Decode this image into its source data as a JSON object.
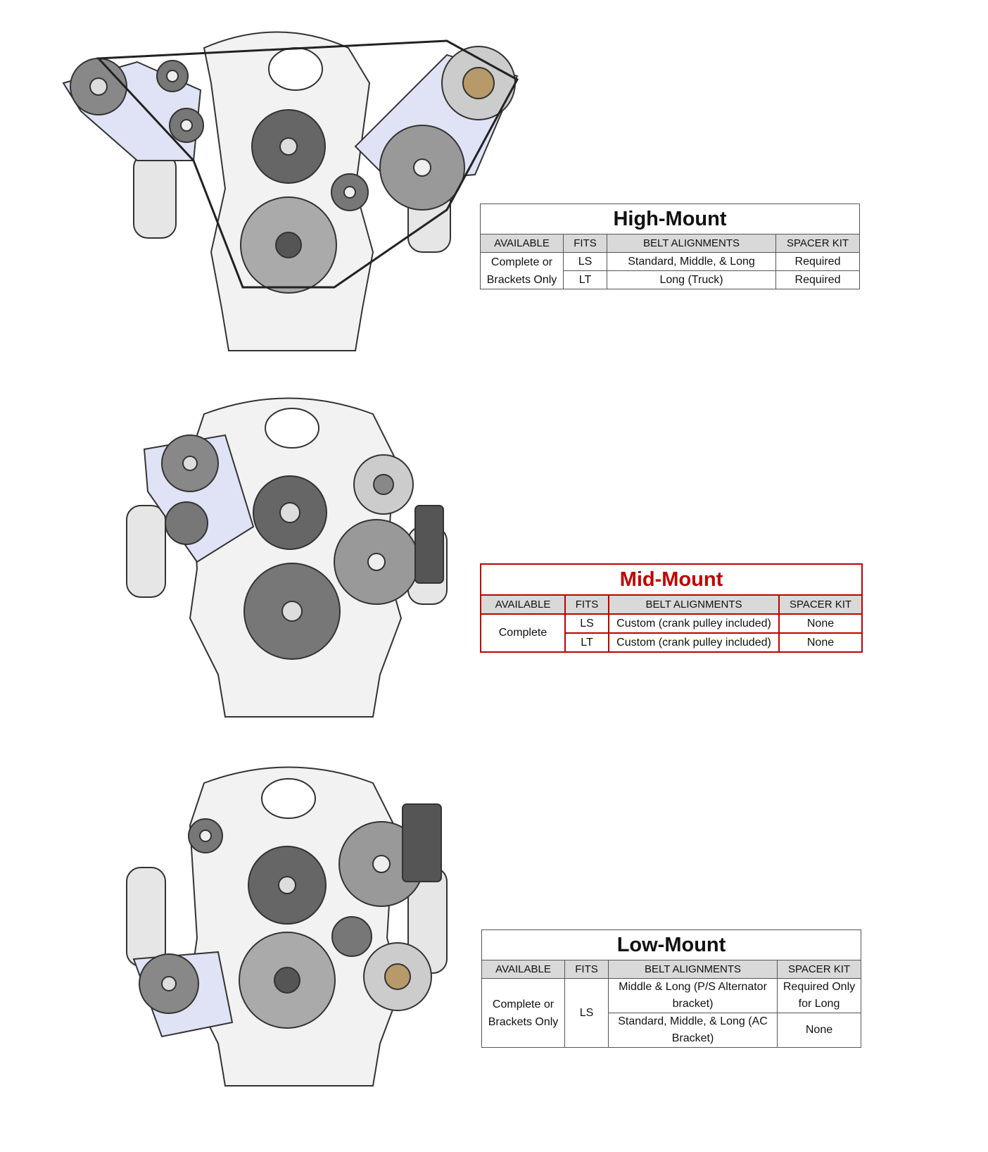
{
  "columns": [
    "AVAILABLE",
    "FITS",
    "BELT ALIGNMENTS",
    "SPACER KIT"
  ],
  "high_mount": {
    "title": "High-Mount",
    "available": "Complete or Brackets Only",
    "rows": [
      {
        "fits": "LS",
        "belt": "Standard, Middle, & Long",
        "spacer": "Required"
      },
      {
        "fits": "LT",
        "belt": "Long (Truck)",
        "spacer": "Required"
      }
    ]
  },
  "mid_mount": {
    "title": "Mid-Mount",
    "available": "Complete",
    "rows": [
      {
        "fits": "LS",
        "belt": "Custom (crank pulley included)",
        "spacer": "None"
      },
      {
        "fits": "LT",
        "belt": "Custom (crank pulley included)",
        "spacer": "None"
      }
    ]
  },
  "low_mount": {
    "title": "Low-Mount",
    "available": "Complete or Brackets Only",
    "fits": "LS",
    "rows": [
      {
        "belt": "Middle & Long (P/S Alternator bracket)",
        "spacer": "Required Only for Long"
      },
      {
        "belt": "Standard, Middle, & Long (AC Bracket)",
        "spacer": "None"
      }
    ]
  },
  "colors": {
    "accent_red": "#c00000",
    "header_gray": "#d9d9d9",
    "bracket_blue": "#dfe3f5",
    "pulley_bronze": "#b89a6a"
  }
}
